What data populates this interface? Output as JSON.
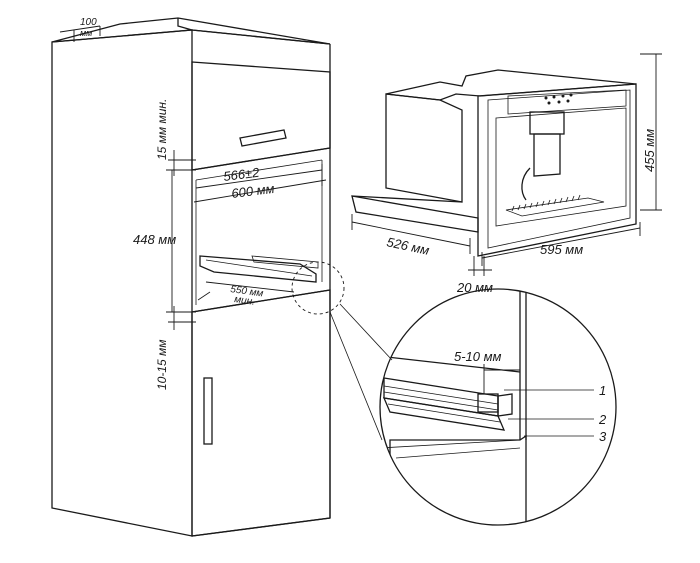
{
  "diagram": {
    "cabinet_labels": {
      "top_gap": "100\nмм",
      "top_clearance": "15 мм мин.",
      "niche_width_tolerance": "566±2",
      "niche_width": "600 мм",
      "niche_height": "448 мм",
      "shelf_depth": "550 мм\nмин.",
      "bottom_gap": "10-15 мм"
    },
    "appliance_labels": {
      "height": "455 мм",
      "depth": "526 мм",
      "width": "595 мм",
      "front_thickness": "20 мм"
    },
    "detail_labels": {
      "gap": "5-10 мм",
      "callouts": [
        "1",
        "2",
        "3"
      ]
    }
  }
}
